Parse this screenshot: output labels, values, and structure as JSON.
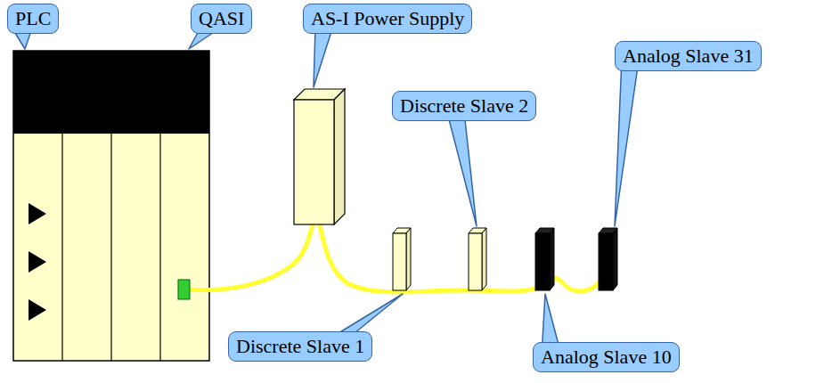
{
  "diagram": {
    "nodes": [
      {
        "text": [
          "PLC"
        ]
      },
      {
        "text": [
          "QASI"
        ]
      },
      {
        "text": [
          "AS-I Power Supply"
        ]
      },
      {
        "text": [
          "Discrete Slave 2"
        ]
      },
      {
        "text": [
          "Analog Slave 31"
        ]
      },
      {
        "text": [
          "Discrete Slave 1"
        ]
      },
      {
        "text": [
          "Analog Slave 10"
        ]
      }
    ]
  }
}
